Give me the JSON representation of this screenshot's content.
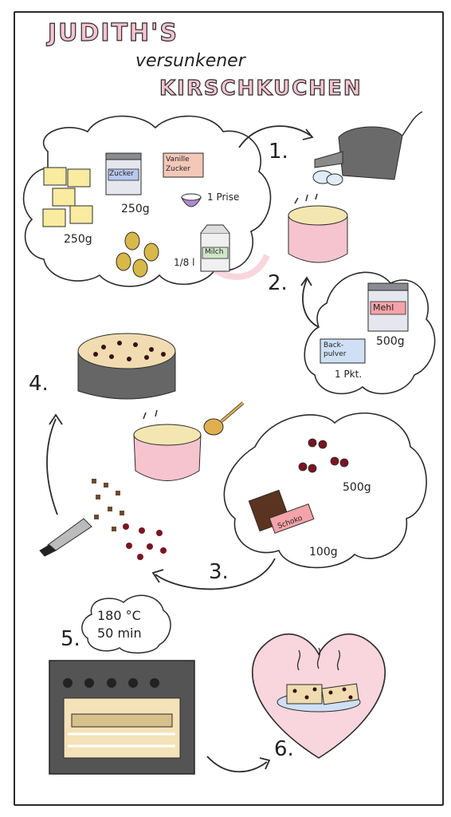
{
  "title": {
    "line1": "JUDITH'S",
    "line2": "versunkener",
    "line3": "KIRSCHKUCHEN"
  },
  "ingredients_group1": {
    "butter_amount": "250g",
    "sugar_label": "Zucker",
    "sugar_amount": "250g",
    "vanilla_label": "Vanille Zucker",
    "salt_amount": "1 Prise",
    "milk_label": "Milch",
    "milk_amount": "1/8 l"
  },
  "ingredients_group2": {
    "flour_label": "Mehl",
    "flour_amount": "500g",
    "baking_powder_label": "Back-pulver",
    "baking_powder_amount": "1 Pkt."
  },
  "ingredients_group3": {
    "cherries_amount": "500g",
    "chocolate_label": "Schoko",
    "chocolate_amount": "100g"
  },
  "steps": [
    "1.",
    "2.",
    "3.",
    "4.",
    "5.",
    "6."
  ],
  "oven": {
    "temperature": "180 °C",
    "time": "50 min"
  },
  "colors": {
    "pink": "#f6c4cf",
    "butter": "#f9eba0",
    "egg": "#d9b84a",
    "cherry": "#7a1522",
    "oven": "#545454"
  }
}
